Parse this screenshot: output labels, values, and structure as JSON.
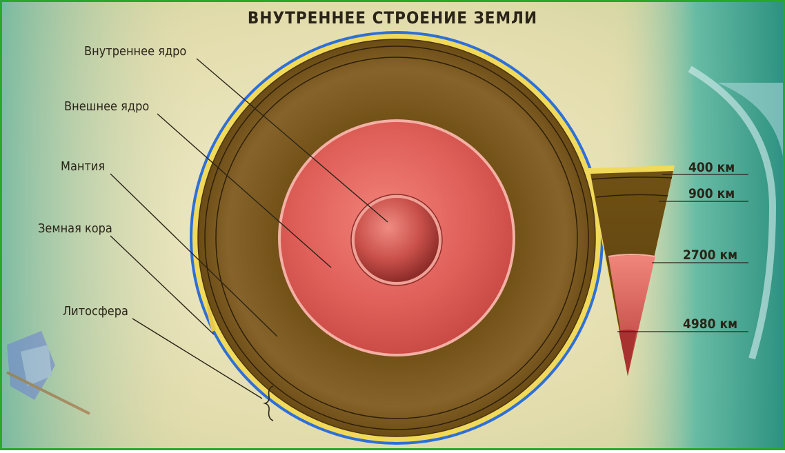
{
  "title": "ВНУТРЕННЕЕ СТРОЕНИЕ ЗЕМЛИ",
  "labels": {
    "inner_core": "Внутреннее ядро",
    "outer_core": "Внешнее ядро",
    "mantle": "Мантия",
    "crust": "Земная кора",
    "lithosphere": "Литосфера"
  },
  "depths": [
    "400 км",
    "900 км",
    "2700 км",
    "4980 км"
  ],
  "colors": {
    "frame": "#2aa82a",
    "background": "#e7e1b4",
    "mantle": "#7e5b1c",
    "mantle_dark": "#5b3f10",
    "outer_core": "#d9544c",
    "inner_core": "#c44a42",
    "crust": "#f1d95a",
    "ocean": "#2e6fd8",
    "teal": "#1e8f82"
  }
}
